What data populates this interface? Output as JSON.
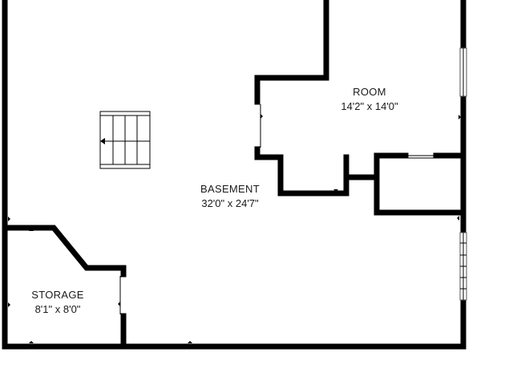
{
  "rooms": [
    {
      "id": "room",
      "name": "ROOM",
      "dimensions": "14'2\" x 14'0\""
    },
    {
      "id": "basement",
      "name": "BASEMENT",
      "dimensions": "32'0\" x 24'7\""
    },
    {
      "id": "storage",
      "name": "STORAGE",
      "dimensions": "8'1\" x 8'0\""
    }
  ],
  "colors": {
    "wall": "#000000",
    "background": "#ffffff",
    "text": "#1a1a1a"
  }
}
